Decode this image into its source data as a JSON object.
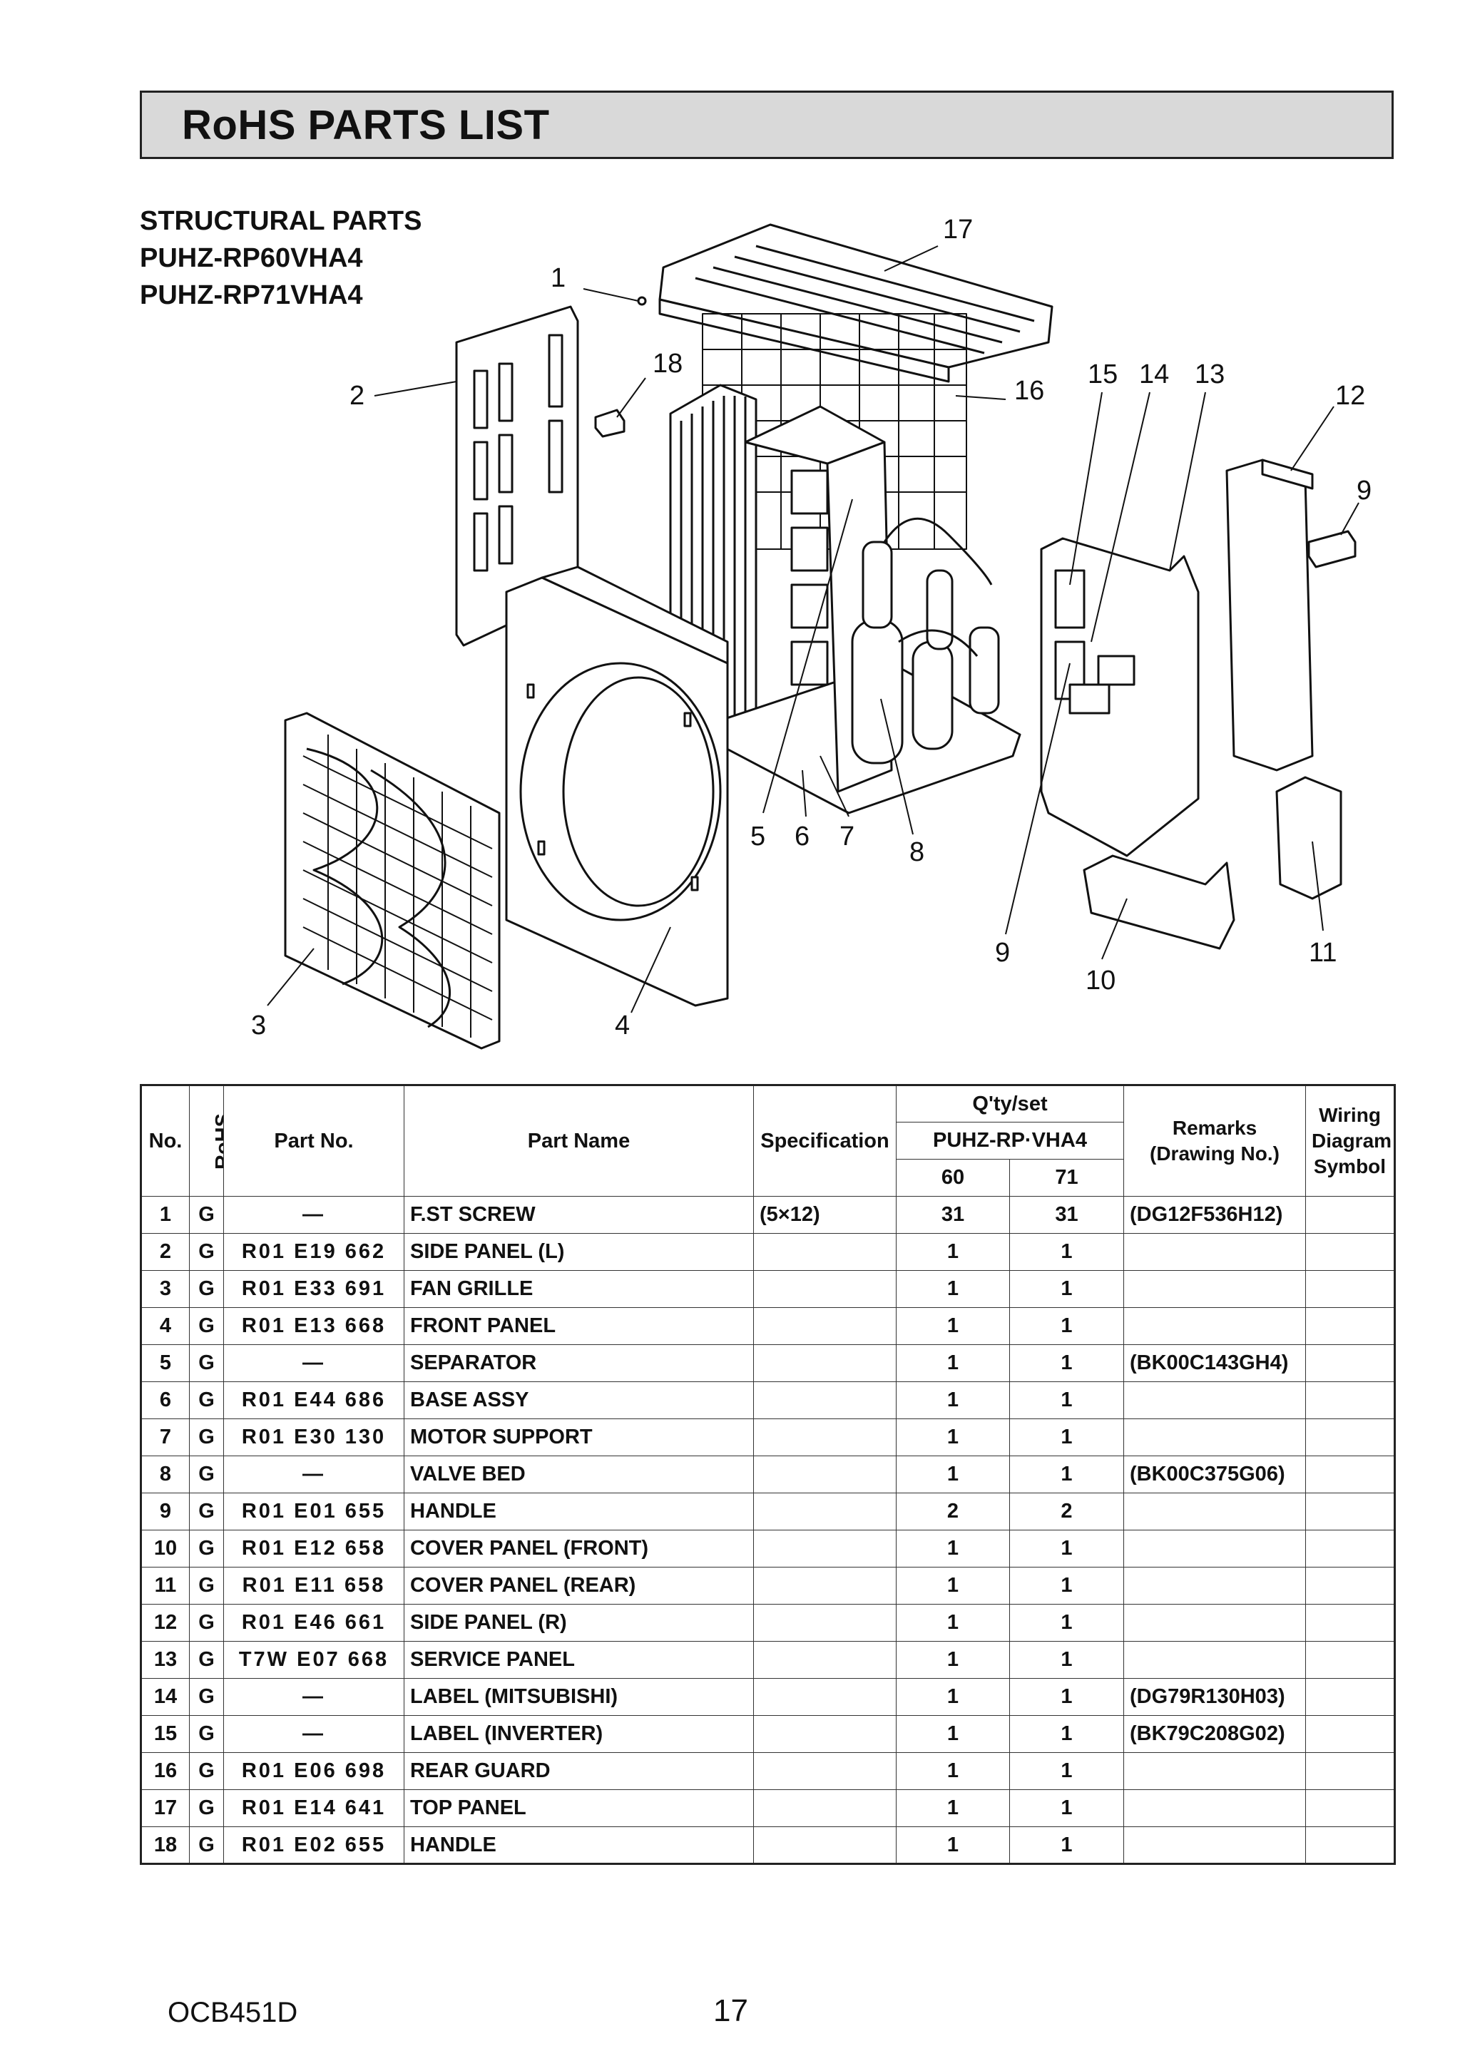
{
  "title": "RoHS PARTS LIST",
  "subtitle": {
    "line1": "STRUCTURAL PARTS",
    "line2": "PUHZ-RP60VHA4",
    "line3": "PUHZ-RP71VHA4"
  },
  "callouts": [
    "17",
    "1",
    "18",
    "2",
    "16",
    "15",
    "14",
    "13",
    "12",
    "9",
    "5",
    "6",
    "7",
    "8",
    "9",
    "10",
    "11",
    "3",
    "4"
  ],
  "table": {
    "headers": {
      "no": "No.",
      "rohs": "RoHS",
      "part_no": "Part No.",
      "part_name": "Part Name",
      "specification": "Specification",
      "qty_set": "Q'ty/set",
      "model": "PUHZ-RP·VHA4",
      "col60": "60",
      "col71": "71",
      "remarks": "Remarks (Drawing No.)",
      "wiring": "Wiring Diagram Symbol"
    },
    "rows": [
      {
        "no": "1",
        "rohs": "G",
        "part_no": "—",
        "part_name": "F.ST SCREW",
        "spec": "(5×12)",
        "q60": "31",
        "q71": "31",
        "remarks": "(DG12F536H12)",
        "wiring": ""
      },
      {
        "no": "2",
        "rohs": "G",
        "part_no": "R01 E19 662",
        "part_name": "SIDE PANEL (L)",
        "spec": "",
        "q60": "1",
        "q71": "1",
        "remarks": "",
        "wiring": ""
      },
      {
        "no": "3",
        "rohs": "G",
        "part_no": "R01 E33 691",
        "part_name": "FAN GRILLE",
        "spec": "",
        "q60": "1",
        "q71": "1",
        "remarks": "",
        "wiring": ""
      },
      {
        "no": "4",
        "rohs": "G",
        "part_no": "R01 E13 668",
        "part_name": "FRONT PANEL",
        "spec": "",
        "q60": "1",
        "q71": "1",
        "remarks": "",
        "wiring": ""
      },
      {
        "no": "5",
        "rohs": "G",
        "part_no": "—",
        "part_name": "SEPARATOR",
        "spec": "",
        "q60": "1",
        "q71": "1",
        "remarks": "(BK00C143GH4)",
        "wiring": ""
      },
      {
        "no": "6",
        "rohs": "G",
        "part_no": "R01 E44 686",
        "part_name": "BASE ASSY",
        "spec": "",
        "q60": "1",
        "q71": "1",
        "remarks": "",
        "wiring": ""
      },
      {
        "no": "7",
        "rohs": "G",
        "part_no": "R01 E30 130",
        "part_name": "MOTOR SUPPORT",
        "spec": "",
        "q60": "1",
        "q71": "1",
        "remarks": "",
        "wiring": ""
      },
      {
        "no": "8",
        "rohs": "G",
        "part_no": "—",
        "part_name": "VALVE BED",
        "spec": "",
        "q60": "1",
        "q71": "1",
        "remarks": "(BK00C375G06)",
        "wiring": ""
      },
      {
        "no": "9",
        "rohs": "G",
        "part_no": "R01 E01 655",
        "part_name": "HANDLE",
        "spec": "",
        "q60": "2",
        "q71": "2",
        "remarks": "",
        "wiring": ""
      },
      {
        "no": "10",
        "rohs": "G",
        "part_no": "R01 E12 658",
        "part_name": "COVER PANEL (FRONT)",
        "spec": "",
        "q60": "1",
        "q71": "1",
        "remarks": "",
        "wiring": ""
      },
      {
        "no": "11",
        "rohs": "G",
        "part_no": "R01 E11 658",
        "part_name": "COVER PANEL (REAR)",
        "spec": "",
        "q60": "1",
        "q71": "1",
        "remarks": "",
        "wiring": ""
      },
      {
        "no": "12",
        "rohs": "G",
        "part_no": "R01 E46 661",
        "part_name": "SIDE PANEL (R)",
        "spec": "",
        "q60": "1",
        "q71": "1",
        "remarks": "",
        "wiring": ""
      },
      {
        "no": "13",
        "rohs": "G",
        "part_no": "T7W E07 668",
        "part_name": "SERVICE PANEL",
        "spec": "",
        "q60": "1",
        "q71": "1",
        "remarks": "",
        "wiring": ""
      },
      {
        "no": "14",
        "rohs": "G",
        "part_no": "—",
        "part_name": "LABEL (MITSUBISHI)",
        "spec": "",
        "q60": "1",
        "q71": "1",
        "remarks": "(DG79R130H03)",
        "wiring": ""
      },
      {
        "no": "15",
        "rohs": "G",
        "part_no": "—",
        "part_name": "LABEL (INVERTER)",
        "spec": "",
        "q60": "1",
        "q71": "1",
        "remarks": "(BK79C208G02)",
        "wiring": ""
      },
      {
        "no": "16",
        "rohs": "G",
        "part_no": "R01 E06 698",
        "part_name": "REAR GUARD",
        "spec": "",
        "q60": "1",
        "q71": "1",
        "remarks": "",
        "wiring": ""
      },
      {
        "no": "17",
        "rohs": "G",
        "part_no": "R01 E14 641",
        "part_name": "TOP PANEL",
        "spec": "",
        "q60": "1",
        "q71": "1",
        "remarks": "",
        "wiring": ""
      },
      {
        "no": "18",
        "rohs": "G",
        "part_no": "R01 E02 655",
        "part_name": "HANDLE",
        "spec": "",
        "q60": "1",
        "q71": "1",
        "remarks": "",
        "wiring": ""
      }
    ]
  },
  "footer": {
    "doc_code": "OCB451D",
    "page": "17"
  }
}
